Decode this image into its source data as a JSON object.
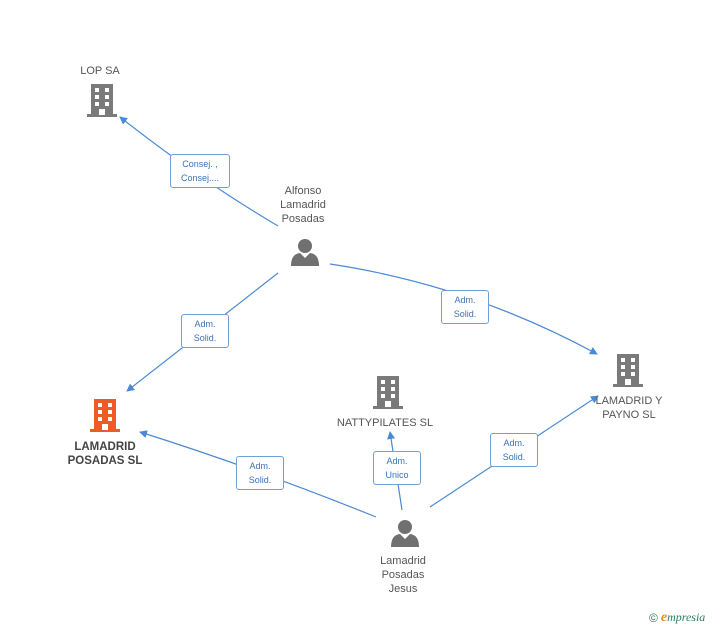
{
  "colors": {
    "edge": "#4a8ad4",
    "company_icon": "#7a7a7a",
    "focus_company_icon": "#f05a28",
    "person_icon": "#707070"
  },
  "nodes": {
    "lop_sa": {
      "label": "LOP SA",
      "type": "company"
    },
    "alfonso": {
      "label": "Alfonso\nLamadrid\nPosadas",
      "type": "person"
    },
    "lamadrid_posadas_sl": {
      "label": "LAMADRID\nPOSADAS SL",
      "type": "company",
      "focus": true
    },
    "nattypilates": {
      "label": "NATTYPILATES SL",
      "type": "company"
    },
    "lamadrid_payno": {
      "label": "LAMADRID Y\nPAYNO SL",
      "type": "company"
    },
    "jesus": {
      "label": "Lamadrid\nPosadas\nJesus",
      "type": "person"
    }
  },
  "edges": {
    "alfonso_lop": {
      "label": "Consej. ,\nConsej...."
    },
    "alfonso_lps": {
      "label": "Adm.\nSolid."
    },
    "alfonso_payno": {
      "label": "Adm.\nSolid."
    },
    "jesus_lps": {
      "label": "Adm.\nSolid."
    },
    "jesus_natty": {
      "label": "Adm.\nUnico"
    },
    "jesus_payno": {
      "label": "Adm.\nSolid."
    }
  },
  "footer": {
    "copyright_symbol": "©",
    "brand_initial": "e",
    "brand_rest": "mpresia"
  }
}
